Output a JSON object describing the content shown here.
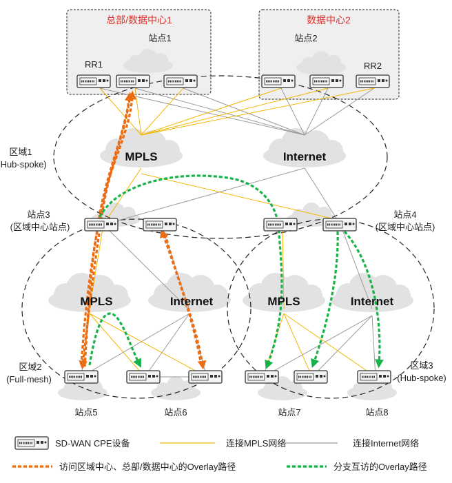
{
  "datacenters": {
    "hq": "总部/数据中心1",
    "dc2": "数据中心2"
  },
  "sites": {
    "s1": "站点1",
    "s2": "站点2",
    "s3": "站点3",
    "s3_role": "(区域中心站点)",
    "s4": "站点4",
    "s4_role": "(区域中心站点)",
    "s5": "站点5",
    "s6": "站点6",
    "s7": "站点7",
    "s8": "站点8"
  },
  "rr": {
    "rr1": "RR1",
    "rr2": "RR2"
  },
  "regions": {
    "r1_name": "区域1",
    "r1_mode": "(Hub-spoke)",
    "r2_name": "区域2",
    "r2_mode": "(Full-mesh)",
    "r3_name": "区域3",
    "r3_mode": "(Hub-spoke)"
  },
  "networks": {
    "mpls": "MPLS",
    "internet": "Internet"
  },
  "legend": {
    "cpe": "SD-WAN CPE设备",
    "mpls_link": "连接MPLS网络",
    "internet_link": "连接Internet网络",
    "orange_path": "访问区域中心、总部/数据中心的Overlay路径",
    "green_path": "分支互访的Overlay路径"
  },
  "colors": {
    "mpls_link": "#f2b705",
    "internet_link": "#9a9a9a",
    "orange_path": "#ec6c12",
    "green_path": "#17b34a",
    "title_red": "#e0302a",
    "cloud": "#e2e2e2",
    "dc_box": "#efefef"
  }
}
